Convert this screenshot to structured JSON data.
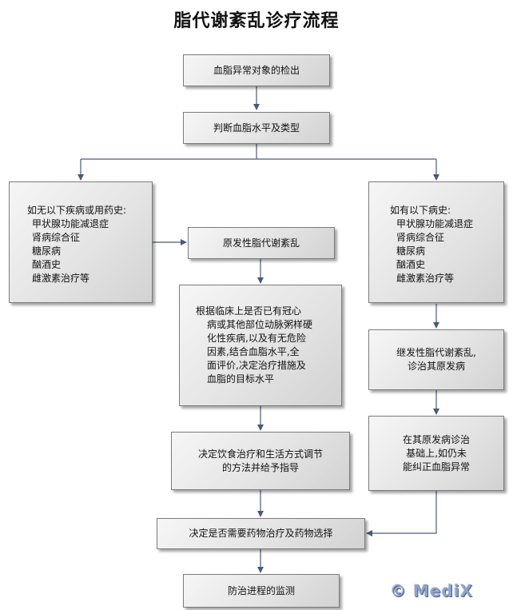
{
  "title": "脂代谢紊乱诊疗流程",
  "steps": {
    "detect": "血脂异常对象的检出",
    "judge": "判断血脂水平及类型",
    "left_list": {
      "heading": "如无以下疾病或用药史:",
      "items": [
        "甲状腺功能减退症",
        "肾病综合征",
        "糖尿病",
        "酗酒史",
        "雌激素治疗等"
      ]
    },
    "right_list": {
      "heading": "如有以下病史:",
      "items": [
        "甲状腺功能减退症",
        "肾病综合征",
        "糖尿病",
        "酗酒史",
        "雌激素治疗等"
      ]
    },
    "primary": "原发性脂代谢紊乱",
    "assess": [
      "根据临床上是否已有冠心",
      "病或其他部位动脉粥样硬",
      "化性疾病,以及有无危险",
      "因素,结合血脂水平,全",
      "面评价,决定治疗措施及",
      "血脂的目标水平"
    ],
    "secondary": [
      "继发性脂代谢紊乱,",
      "诊治其原发病"
    ],
    "diet": [
      "决定饮食治疗和生活方式调节",
      "的方法并给予指导"
    ],
    "uncorrected": [
      "在其原发病诊治",
      "基础上,如仍未",
      "能纠正血脂异常"
    ],
    "drug": "决定是否需要药物治疗及药物选择",
    "monitor": "防治进程的监测"
  },
  "logo": "© MediX"
}
